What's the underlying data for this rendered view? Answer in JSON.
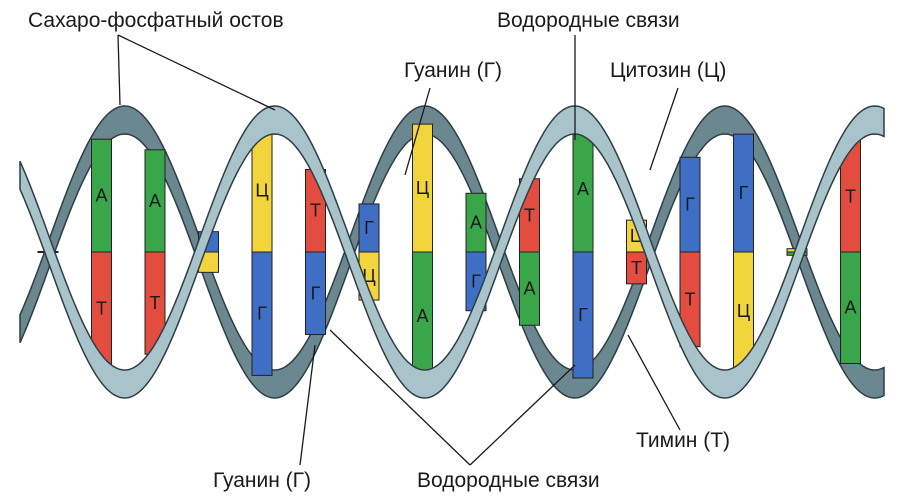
{
  "labels": {
    "backbone": "Сахаро-фосфатный остов",
    "hbonds_top": "Водородные связи",
    "guanine_top": "Гуанин (Г)",
    "cytosine": "Цитозин (Ц)",
    "guanine_bottom": "Гуанин (Г)",
    "hbonds_bottom": "Водородные связи",
    "thymine": "Тимин (Т)"
  },
  "bases": {
    "A": {
      "letter": "А",
      "color": "#3aa64a"
    },
    "T": {
      "letter": "Т",
      "color": "#e34d3f"
    },
    "G": {
      "letter": "Г",
      "color": "#3f6fc4"
    },
    "C": {
      "letter": "Ц",
      "color": "#f2d43d"
    }
  },
  "colors": {
    "backbone_fill": "#a9c3cb",
    "backbone_stroke": "#2f3e45",
    "backbone_shadow": "#6b878f"
  },
  "base_pairs": [
    {
      "top": "G",
      "bottom": "C"
    },
    {
      "top": "A",
      "bottom": "T"
    },
    {
      "top": "A",
      "bottom": "T"
    },
    {
      "top": "G",
      "bottom": "C"
    },
    {
      "top": "C",
      "bottom": "G"
    },
    {
      "top": "T",
      "bottom": "G"
    },
    {
      "top": "G",
      "bottom": "C"
    },
    {
      "top": "C",
      "bottom": "A"
    },
    {
      "top": "A",
      "bottom": "G"
    },
    {
      "top": "T",
      "bottom": "A"
    },
    {
      "top": "A",
      "bottom": "G"
    },
    {
      "top": "C",
      "bottom": "T"
    },
    {
      "top": "G",
      "bottom": "T"
    },
    {
      "top": "G",
      "bottom": "C"
    },
    {
      "top": "C",
      "bottom": "A"
    },
    {
      "top": "T",
      "bottom": "A"
    }
  ]
}
